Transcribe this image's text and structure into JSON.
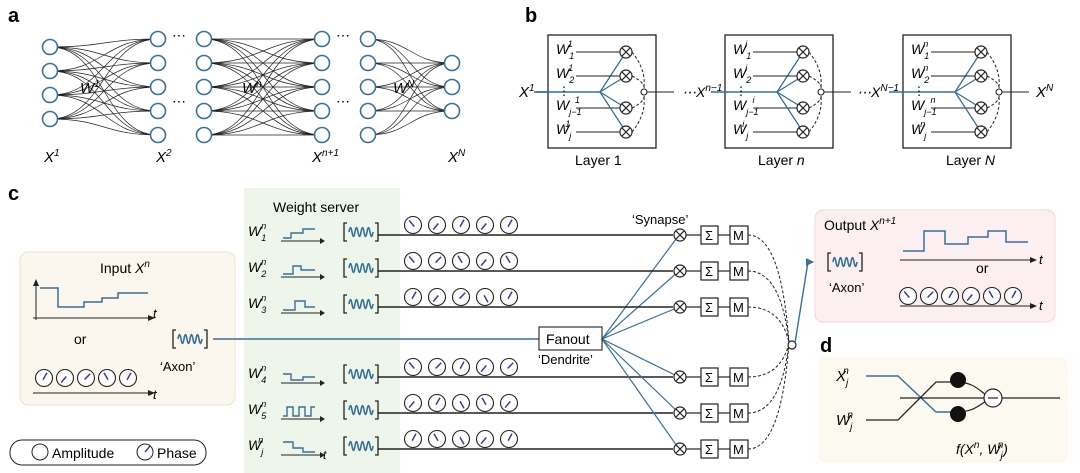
{
  "panels": {
    "a": "a",
    "b": "b",
    "c": "c",
    "d": "d"
  },
  "panel_a": {
    "layer_weights": [
      "W",
      "W",
      "W"
    ],
    "layer_weight_sups": [
      "1",
      "n",
      "N"
    ],
    "columns": [
      {
        "base": "X",
        "sup": "1"
      },
      {
        "base": "X",
        "sup": "2"
      },
      {
        "base": "X",
        "sup": "n+1"
      },
      {
        "base": "X",
        "sup": "N"
      }
    ]
  },
  "panel_b": {
    "input": {
      "base": "X",
      "sup": "1"
    },
    "mid1": {
      "base": "X",
      "sup": "n−1"
    },
    "mid2": {
      "base": "X",
      "sup": "N−1"
    },
    "output": {
      "base": "X",
      "sup": "N"
    },
    "layers": [
      {
        "caption": "Layer 1",
        "sup": "1",
        "caption_italic": ""
      },
      {
        "caption": "Layer ",
        "sup": "i",
        "caption_italic": "n"
      },
      {
        "caption": "Layer ",
        "sup": "n",
        "caption_italic": "N"
      }
    ],
    "row_subs": [
      "1",
      "2",
      "j−1",
      "j"
    ],
    "w": "W"
  },
  "panel_c": {
    "weight_server": "Weight server",
    "input_title": {
      "text": "Input ",
      "base": "X",
      "sup": "n"
    },
    "or": "or",
    "t": "t",
    "axon": "‘Axon’",
    "fanout": "Fanout",
    "dendrite": "‘Dendrite’",
    "synapse": "‘Synapse’",
    "sum": "Σ",
    "m": "M",
    "output_title": {
      "text": "Output ",
      "base": "X",
      "sup": "n+1"
    },
    "weights": [
      {
        "w": "W",
        "sub": "1",
        "sup": "n"
      },
      {
        "w": "W",
        "sub": "2",
        "sup": "n"
      },
      {
        "w": "W",
        "sub": "3",
        "sup": "n"
      },
      {
        "w": "W",
        "sub": "4",
        "sup": "n"
      },
      {
        "w": "W",
        "sub": "5",
        "sup": "n"
      },
      {
        "w": "W",
        "sub": "j",
        "sup": "n"
      }
    ],
    "legend": {
      "amplitude": "Amplitude",
      "phase": "Phase"
    }
  },
  "panel_d": {
    "x": {
      "base": "X",
      "sub": "j",
      "sup": "n"
    },
    "w": {
      "base": "W",
      "sub": "j",
      "sup": "n"
    },
    "f": "f(X",
    "f_mid": ", W",
    "f_end": ")"
  }
}
